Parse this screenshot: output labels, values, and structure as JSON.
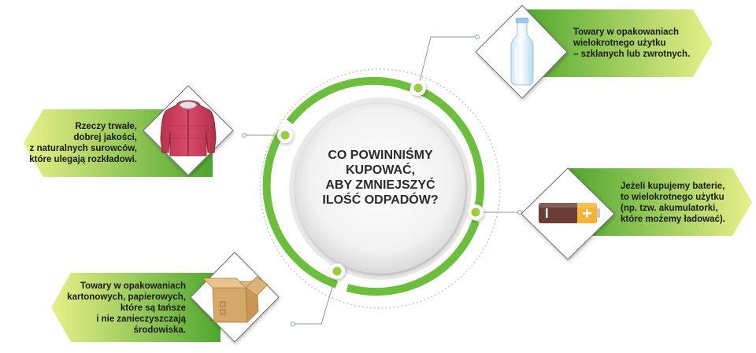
{
  "center": {
    "question_lines": [
      "CO POWINNIŚMY",
      "KUPOWAĆ,",
      "ABY ZMNIEJSZYĆ",
      "ILOŚĆ ODPADÓW?"
    ]
  },
  "items": [
    {
      "id": "bottle",
      "icon": "glass-bottle-icon",
      "lines": [
        "Towary w opakowaniach",
        "wielokrotnego użytku",
        "– szklanych lub zwrotnych."
      ]
    },
    {
      "id": "jacket",
      "icon": "jacket-icon",
      "lines": [
        "Rzeczy trwałe,",
        "dobrej jakości,",
        "z naturalnych surowców,",
        "które ulegają rozkładowi."
      ]
    },
    {
      "id": "battery",
      "icon": "battery-icon",
      "lines": [
        "Jeżeli kupujemy baterie,",
        "to wielokrotnego użytku",
        "(np. tzw. akumulatorki,",
        "które możemy ładować)."
      ]
    },
    {
      "id": "box",
      "icon": "cardboard-box-icon",
      "lines": [
        "Towary w opakowaniach",
        "kartonowych, papierowych,",
        "które są tańsze",
        "i nie zanieczyszczają",
        "środowiska."
      ]
    }
  ],
  "colors": {
    "ring_green": "#6cbf3c",
    "banner_green_dark": "#4ea62e",
    "banner_green_light": "#e8f08a",
    "connector": "#8a9aa3",
    "dotted_ring": "#c8c8c8"
  }
}
